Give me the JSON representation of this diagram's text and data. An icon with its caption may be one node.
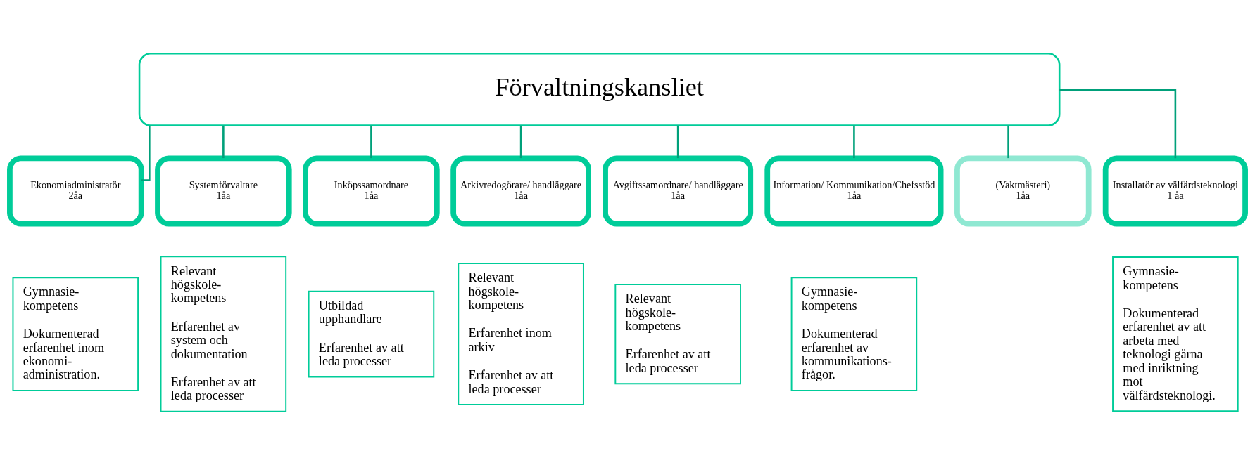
{
  "diagram": {
    "nodes": [
      {
        "text": [
          "Förvaltningskansliet"
        ]
      },
      {
        "text": [
          "Ekonomiadministratör",
          "2åa"
        ]
      },
      {
        "text": [
          "Systemförvaltare",
          "1åa"
        ]
      },
      {
        "text": [
          "Inköpssamordnare",
          "1åa"
        ]
      },
      {
        "text": [
          "Arkivredogörare/ handläggare",
          "1åa"
        ]
      },
      {
        "text": [
          "Avgiftssamordnare/ handläggare",
          "1åa"
        ]
      },
      {
        "text": [
          "Information/ Kommunikation/Chefsstöd",
          "1åa"
        ]
      },
      {
        "text": [
          "(Vaktmästeri)",
          "1åa"
        ]
      },
      {
        "text": [
          "Installatör av välfärdsteknologi",
          "1 åa"
        ]
      },
      {
        "text": [
          "Gymnasie-kompetens",
          "Dokumenterad erfarenhet inom ekonomi-administration."
        ]
      },
      {
        "text": [
          "Relevant högskole-kompetens",
          "Erfarenhet av system och dokumentation",
          "Erfarenhet av att leda processer"
        ]
      },
      {
        "text": [
          "Utbildad upphandlare",
          "Erfarenhet av att leda processer"
        ]
      },
      {
        "text": [
          "Relevant högskole-kompetens",
          "Erfarenhet inom arkiv",
          "Erfarenhet av att leda processer"
        ]
      },
      {
        "text": [
          "Relevant högskole-kompetens",
          "Erfarenhet av att leda processer"
        ]
      },
      {
        "text": [
          "Gymnasie-kompetens",
          "Dokumenterad erfarenhet av kommunikations-frågor."
        ]
      },
      {
        "text": [
          "Gymnasie-kompetens",
          "Dokumenterad erfarenhet av att arbeta med teknologi gärna med inriktning mot välfärdsteknologi."
        ]
      }
    ],
    "edges": [
      {
        "from": 0,
        "to": 1,
        "arrow": "none"
      },
      {
        "from": 0,
        "to": 2,
        "arrow": "none"
      },
      {
        "from": 0,
        "to": 3,
        "arrow": "none"
      },
      {
        "from": 0,
        "to": 4,
        "arrow": "none"
      },
      {
        "from": 0,
        "to": 5,
        "arrow": "none"
      },
      {
        "from": 0,
        "to": 6,
        "arrow": "none"
      },
      {
        "from": 0,
        "to": 7,
        "arrow": "none"
      },
      {
        "from": 0,
        "to": 8,
        "arrow": "none"
      }
    ]
  }
}
